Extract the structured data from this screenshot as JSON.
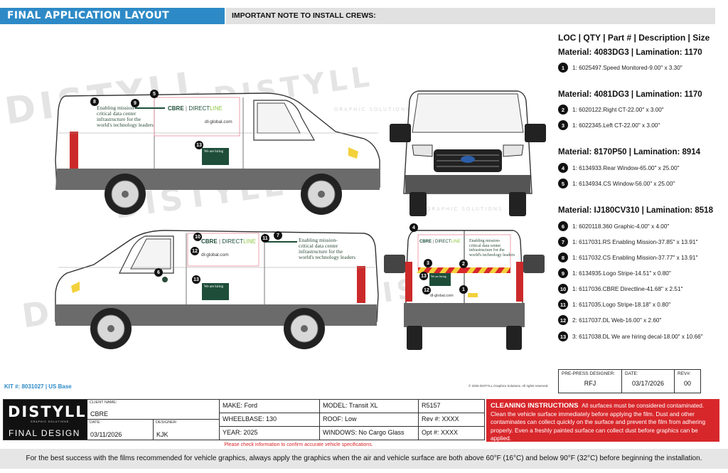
{
  "header": {
    "title": "FINAL APPLICATION LAYOUT",
    "note": "IMPORTANT NOTE TO INSTALL CREWS:"
  },
  "watermark": {
    "brand": "DISTYLL",
    "sub": "GRAPHIC SOLUTIONS"
  },
  "legend": {
    "heading": "LOC | QTY | Part # | Description | Size",
    "materials": [
      {
        "title": "Material: 4083DG3 | Lamination: 1170",
        "items": [
          {
            "num": "1",
            "text": "1: 6025497.Speed Monitored-9.00\" x 3.30\""
          }
        ]
      },
      {
        "title": "Material: 4081DG3 | Lamination: 1170",
        "items": [
          {
            "num": "2",
            "text": "1: 6020122.Right CT-22.00\" x 3.00\""
          },
          {
            "num": "3",
            "text": "1: 6022345.Left CT-22.00\" x 3.00\""
          }
        ]
      },
      {
        "title": "Material: 8170P50 | Lamination: 8914",
        "items": [
          {
            "num": "4",
            "text": "1: 6134933.Rear Window-65.00\" x 25.00\""
          },
          {
            "num": "5",
            "text": "1: 6134934.CS Window-56.00\" x 25.00\""
          }
        ]
      },
      {
        "title": "Material: IJ180CV310 | Lamination: 8518",
        "items": [
          {
            "num": "6",
            "text": "1: 6020118.360 Graphic-4.00\" x 4.00\""
          },
          {
            "num": "7",
            "text": "1: 6117031.RS Enabling Mission-37.85\" x 13.91\""
          },
          {
            "num": "8",
            "text": "1: 6117032.CS Enabling Mission-37.77\" x 13.91\""
          },
          {
            "num": "9",
            "text": "1: 6134935.Logo Stripe-14.51\" x 0.80\""
          },
          {
            "num": "10",
            "text": "1: 6117036.CBRE Directline-41.68\" x 2.51\""
          },
          {
            "num": "11",
            "text": "1: 6117035.Logo Stripe-18.18\" x 0.80\""
          },
          {
            "num": "12",
            "text": "2: 6117037.DL Web-16.00\" x 2.60\""
          },
          {
            "num": "13",
            "text": "3: 6117038.DL We are hiring decal-18.00\" x 10.66\""
          }
        ]
      }
    ]
  },
  "van_graphics": {
    "cbre": "CBRE",
    "directline_dir": "DIRECT",
    "directline_line": "LINE",
    "mission_lines": [
      "Enabling mission-",
      "critical data center",
      "infrastructure for the",
      "world's technology leaders"
    ],
    "web": "dl-global.com",
    "hiring": "We are hiring",
    "callouts": [
      "1",
      "2",
      "3",
      "4",
      "5",
      "6",
      "7",
      "8",
      "9",
      "10",
      "11",
      "12",
      "13"
    ]
  },
  "kit": "KIT #: 8031027  |  US Base",
  "copyright": "© 2026 DISTYLL Graphics Solutions. All rights reserved.",
  "prepress": {
    "designer_label": "PRE-PRESS DESIGNER:",
    "designer": "RFJ",
    "date_label": "DATE:",
    "date": "03/17/2026",
    "rev_label": "REV#:",
    "rev": "00"
  },
  "titleblock": {
    "logo": "DISTYLL",
    "logo_sub": "GRAPHIC SOLUTIONS",
    "final": "FINAL DESIGN",
    "client_label": "CLIENT NAME:",
    "client": "CBRE",
    "date_label": "DATE:",
    "date": "03/11/2026",
    "designer_label": "DESIGNER:",
    "designer": "KJK",
    "make": "MAKE: Ford",
    "wheelbase": "WHEELBASE:  130",
    "year": "YEAR:  2025",
    "model": "MODEL: Transit XL",
    "roof": "ROOF:  Low",
    "windows": "WINDOWS: No Cargo Glass",
    "r_code": "R5157",
    "rev": "Rev #:  XXXX",
    "opt": "Opt #:  XXXX"
  },
  "cleaning": {
    "title": "CLEANING INSTRUCTIONS",
    "body": "All surfaces must be considered contaminated. Clean the vehicle surface immediately before applying the film. Dust and other contaminates can collect quickly on the surface and prevent the film from adhering properly. Even a freshly painted surface can collect dust before graphics can be applied."
  },
  "please": "Please check information to confirm accurate vehicle specifications.",
  "footer": "For the best success with the films recommended for vehicle graphics, always apply the graphics when the air and vehicle surface are both above 60°F (16°C) and below 90°F (32°C) before beginning the installation.",
  "colors": {
    "blue": "#2d8ac7",
    "red": "#d8272b",
    "green": "#1e4e3a",
    "lime": "#8dc63f"
  }
}
